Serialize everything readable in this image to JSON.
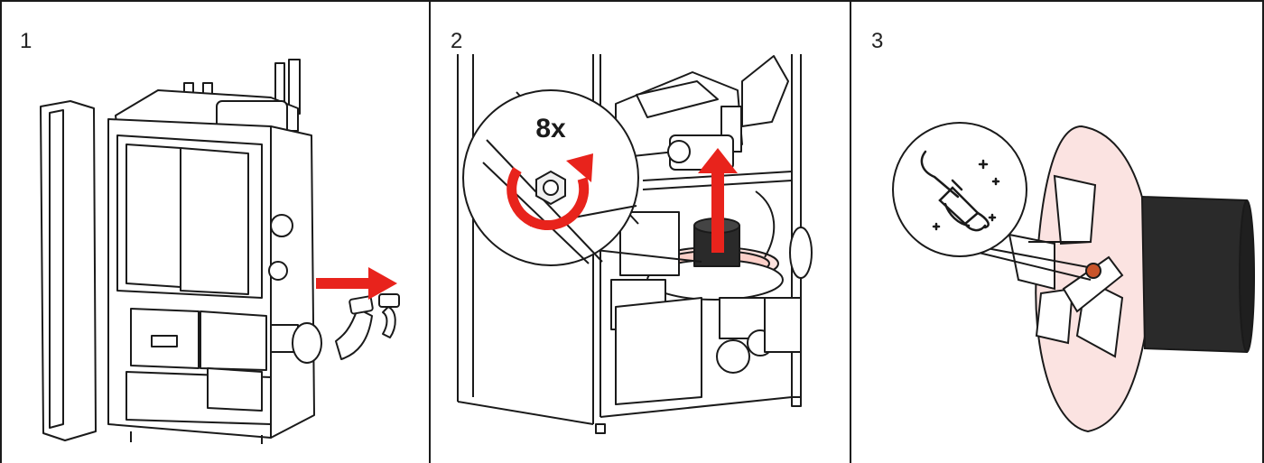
{
  "steps": [
    {
      "number": "1"
    },
    {
      "number": "2",
      "callout": "8x"
    },
    {
      "number": "3"
    }
  ],
  "colors": {
    "accent": "#e8231c",
    "line": "#1a1a1a",
    "fan_plate": "#fbe3e1",
    "motor": "#2a2a2a"
  },
  "icons": [
    "arrow-right-icon",
    "rotate-arrow-icon",
    "arrow-up-icon",
    "cleaning-brush-icon"
  ]
}
